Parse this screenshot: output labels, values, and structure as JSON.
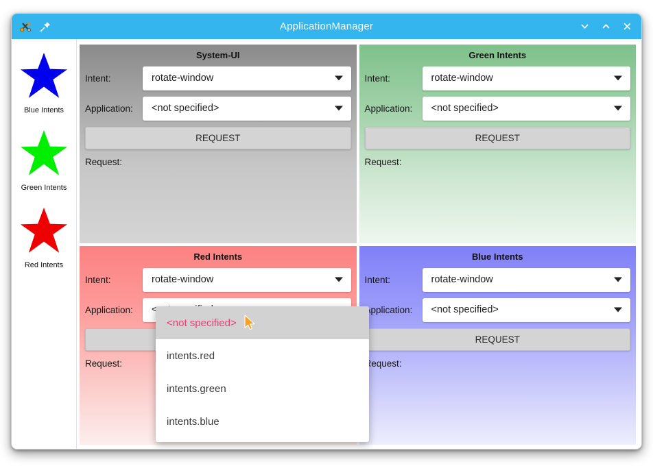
{
  "window": {
    "title": "ApplicationManager",
    "titlebar_icons": [
      {
        "name": "app-icon",
        "label": "ApplicationManager icon"
      },
      {
        "name": "pin-icon",
        "label": "Pin window"
      }
    ],
    "controls": [
      {
        "name": "minimize-button",
        "glyph": "chevron-down"
      },
      {
        "name": "maximize-button",
        "glyph": "chevron-up"
      },
      {
        "name": "close-button",
        "glyph": "close-x"
      }
    ],
    "accent_color": "#35b5ed"
  },
  "sidebar": {
    "items": [
      {
        "label": "Blue Intents",
        "icon": "star-icon",
        "color": "#0000ee"
      },
      {
        "label": "Green Intents",
        "icon": "star-icon",
        "color": "#00ee00"
      },
      {
        "label": "Red Intents",
        "icon": "star-icon",
        "color": "#ee0000"
      }
    ]
  },
  "labels": {
    "intent": "Intent:",
    "application": "Application:",
    "request_button": "REQUEST",
    "request_result": "Request:"
  },
  "panels": [
    {
      "title": "System-UI",
      "color": "#a6a6a6",
      "intent_value": "rotate-window",
      "application_value": "<not specified>",
      "request_text": ""
    },
    {
      "title": "Green Intents",
      "color": "#7ec18b",
      "intent_value": "rotate-window",
      "application_value": "<not specified>",
      "request_text": ""
    },
    {
      "title": "Red Intents",
      "color": "#fc8181",
      "intent_value": "rotate-window",
      "application_value": "<not specified>",
      "request_text": ""
    },
    {
      "title": "Blue Intents",
      "color": "#8080f8",
      "intent_value": "rotate-window",
      "application_value": "<not specified>",
      "request_text": ""
    }
  ],
  "dropdown": {
    "open": true,
    "owner_panel": "Red Intents",
    "owner_field": "Application:",
    "highlight_color": "#ef3a74",
    "highlight_bg": "#d2d2d2",
    "items": [
      {
        "label": "<not specified>",
        "selected": true
      },
      {
        "label": "intents.red",
        "selected": false
      },
      {
        "label": "intents.green",
        "selected": false
      },
      {
        "label": "intents.blue",
        "selected": false
      }
    ]
  },
  "cursor": {
    "name": "mouse-cursor",
    "color": "#f5a12a"
  }
}
